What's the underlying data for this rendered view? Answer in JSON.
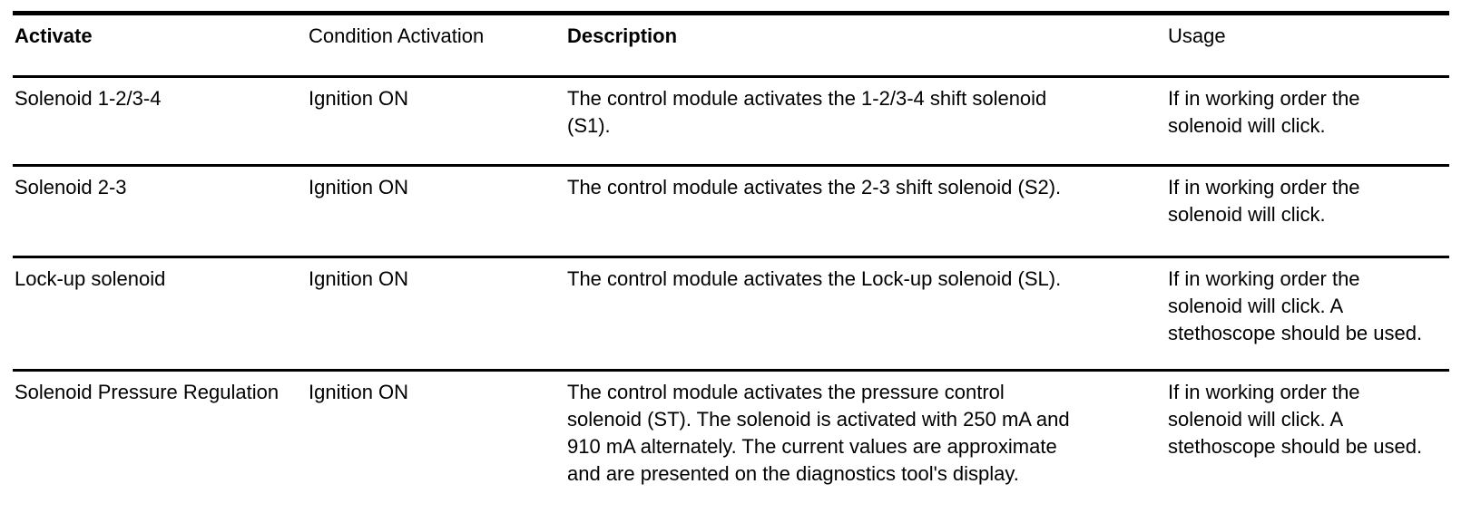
{
  "table": {
    "header": {
      "activate": "Activate",
      "condition": "Condition Activation",
      "description": "Description",
      "usage": "Usage"
    },
    "rows": [
      {
        "activate": "Solenoid 1-2/3-4",
        "condition": "Ignition ON",
        "description": "The control module activates the 1-2/3-4 shift solenoid\n(S1).",
        "usage": "If in working order the\nsolenoid will click."
      },
      {
        "activate": "Solenoid 2-3",
        "condition": "Ignition ON",
        "description": "The control module activates the 2-3 shift solenoid (S2).",
        "usage": "If in working order the\nsolenoid will click."
      },
      {
        "activate": "Lock-up solenoid",
        "condition": "Ignition ON",
        "description": "The control module activates the Lock-up solenoid (SL).",
        "usage": "If in working order the\nsolenoid will click. A\nstethoscope should be used."
      },
      {
        "activate": "Solenoid Pressure Regulation",
        "condition": "Ignition ON",
        "description": "The control module activates the pressure control\nsolenoid (ST). The solenoid is activated with 250 mA and\n910 mA alternately. The current values are approximate\nand are presented on the diagnostics tool's display.",
        "usage": "If in working order the\nsolenoid will click. A\nstethoscope should be used."
      }
    ],
    "text_color": "#000000",
    "background_color": "#ffffff"
  }
}
